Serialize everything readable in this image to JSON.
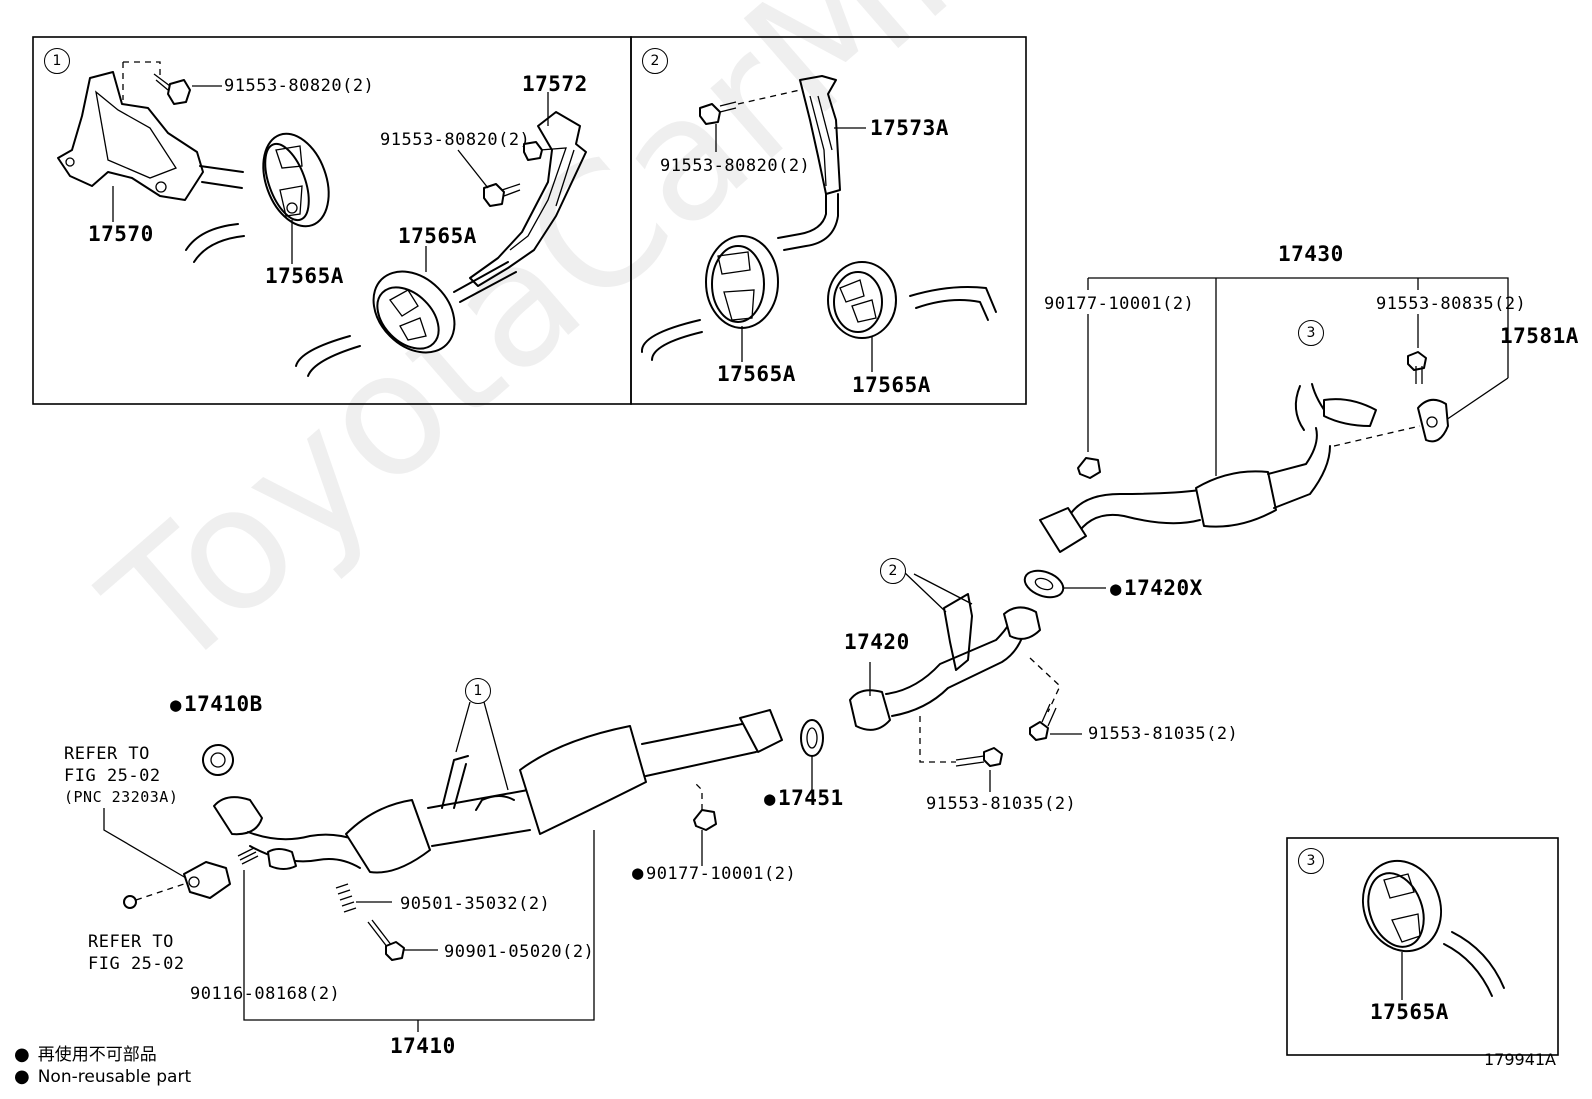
{
  "watermark": "ToyotaCarMine.ru",
  "figure_id": "179941A",
  "legend": {
    "jp": "再使用不可部品",
    "en": "Non-reusable part"
  },
  "insets": {
    "one": "1",
    "two": "2",
    "three": "3"
  },
  "callouts": {
    "c2_main": "2",
    "c1_main": "1",
    "c3_main": "3"
  },
  "parts": {
    "p17570": "17570",
    "p17565A_1a": "17565A",
    "p17565A_1b": "17565A",
    "p17572": "17572",
    "p91553_80820_1a": "91553-80820(2)",
    "p91553_80820_1b": "91553-80820(2)",
    "p91553_80820_2": "91553-80820(2)",
    "p17573A": "17573A",
    "p17565A_2a": "17565A",
    "p17565A_2b": "17565A",
    "p17430": "17430",
    "p90177_10001_a": "90177-10001(2)",
    "p91553_80835": "91553-80835(2)",
    "p17581A": "17581A",
    "p17420X": "17420X",
    "p17420": "17420",
    "p91553_81035_a": "91553-81035(2)",
    "p91553_81035_b": "91553-81035(2)",
    "p17451": "17451",
    "p90177_10001_b": "90177-10001(2)",
    "p17410B": "17410B",
    "refer1_l1": "REFER TO",
    "refer1_l2": "FIG 25-02",
    "refer1_l3": "(PNC 23203A)",
    "refer2_l1": "REFER TO",
    "refer2_l2": "FIG 25-02",
    "p90116_08168": "90116-08168(2)",
    "p90501_35032": "90501-35032(2)",
    "p90901_05020": "90901-05020(2)",
    "p17410": "17410",
    "p17565A_3": "17565A"
  }
}
